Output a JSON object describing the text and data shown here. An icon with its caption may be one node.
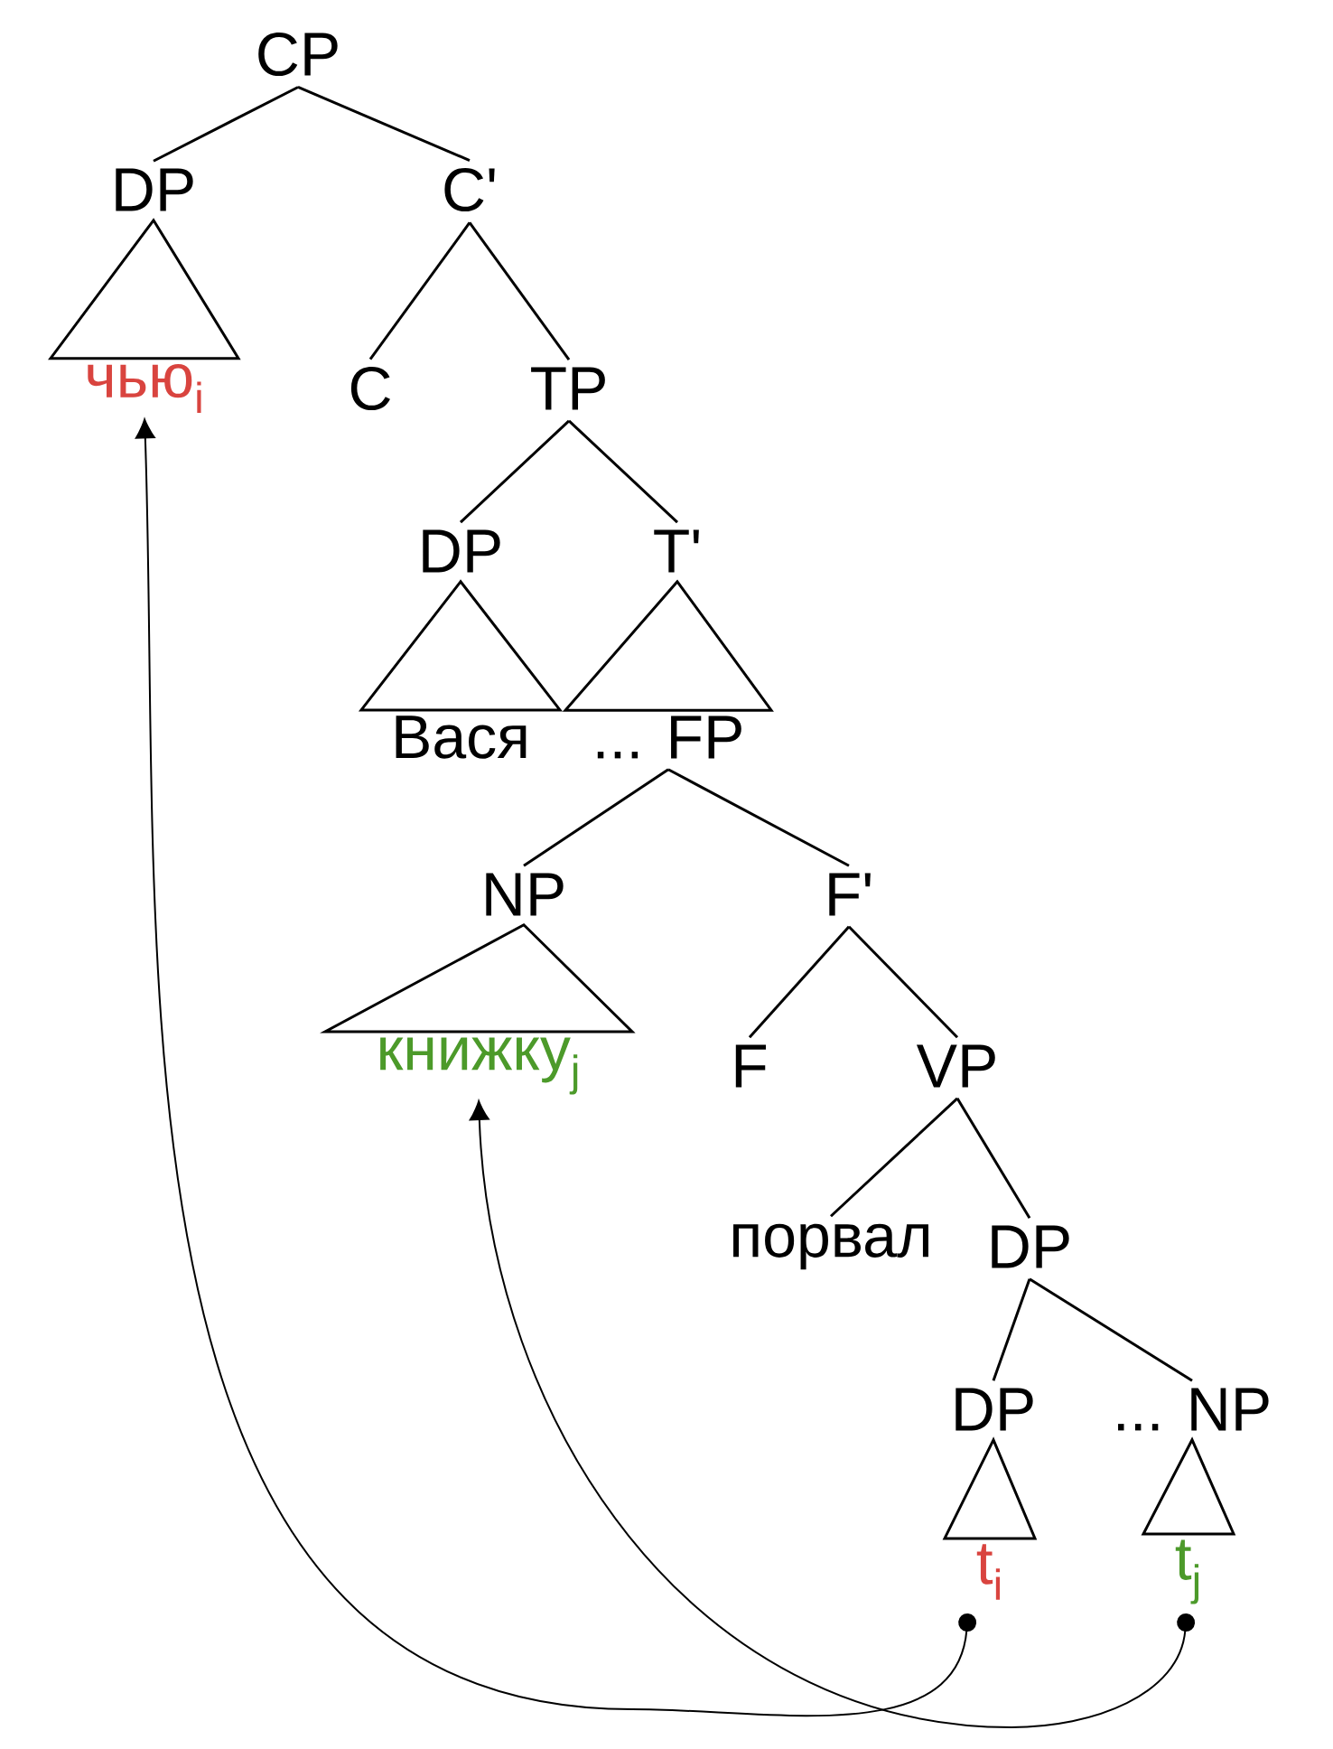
{
  "diagram": {
    "nodes": [
      {
        "text": [
          "CP"
        ]
      },
      {
        "text": [
          "DP"
        ]
      },
      {
        "text": [
          "C'"
        ]
      },
      {
        "text": [
          "чью$_{i}$"
        ]
      },
      {
        "text": [
          "C"
        ]
      },
      {
        "text": [
          "TP"
        ]
      },
      {
        "text": [
          "DP"
        ]
      },
      {
        "text": [
          "T'"
        ]
      },
      {
        "text": [
          "Вася"
        ]
      },
      {
        "text": [
          "... FP"
        ]
      },
      {
        "text": [
          "NP"
        ]
      },
      {
        "text": [
          "F'"
        ]
      },
      {
        "text": [
          "книжку$_{j}$"
        ]
      },
      {
        "text": [
          "F"
        ]
      },
      {
        "text": [
          "VP"
        ]
      },
      {
        "text": [
          "порвал"
        ]
      },
      {
        "text": [
          "DP"
        ]
      },
      {
        "text": [
          "DP"
        ]
      },
      {
        "text": [
          "... NP"
        ]
      },
      {
        "text": [
          "t$_{i}$"
        ]
      },
      {
        "text": [
          "t$_{j}$"
        ]
      }
    ],
    "edges": [
      {
        "from": 0,
        "to": 1,
        "arrow": "none"
      },
      {
        "from": 0,
        "to": 2,
        "arrow": "none"
      },
      {
        "from": 1,
        "to": 3,
        "arrow": "none"
      },
      {
        "from": 2,
        "to": 4,
        "arrow": "none"
      },
      {
        "from": 2,
        "to": 5,
        "arrow": "none"
      },
      {
        "from": 5,
        "to": 6,
        "arrow": "none"
      },
      {
        "from": 5,
        "to": 7,
        "arrow": "none"
      },
      {
        "from": 6,
        "to": 8,
        "arrow": "none"
      },
      {
        "from": 7,
        "to": 9,
        "arrow": "none"
      },
      {
        "from": 9,
        "to": 10,
        "arrow": "none"
      },
      {
        "from": 9,
        "to": 11,
        "arrow": "none"
      },
      {
        "from": 10,
        "to": 12,
        "arrow": "none"
      },
      {
        "from": 11,
        "to": 13,
        "arrow": "none"
      },
      {
        "from": 11,
        "to": 14,
        "arrow": "none"
      },
      {
        "from": 14,
        "to": 15,
        "arrow": "none"
      },
      {
        "from": 14,
        "to": 16,
        "arrow": "none"
      },
      {
        "from": 16,
        "to": 17,
        "arrow": "none"
      },
      {
        "from": 16,
        "to": 18,
        "arrow": "none"
      },
      {
        "from": 17,
        "to": 19,
        "arrow": "none"
      },
      {
        "from": 18,
        "to": 20,
        "arrow": "none"
      },
      {
        "from": 19,
        "to": 3,
        "arrow": "to"
      },
      {
        "from": 20,
        "to": 12,
        "arrow": "to"
      }
    ]
  }
}
